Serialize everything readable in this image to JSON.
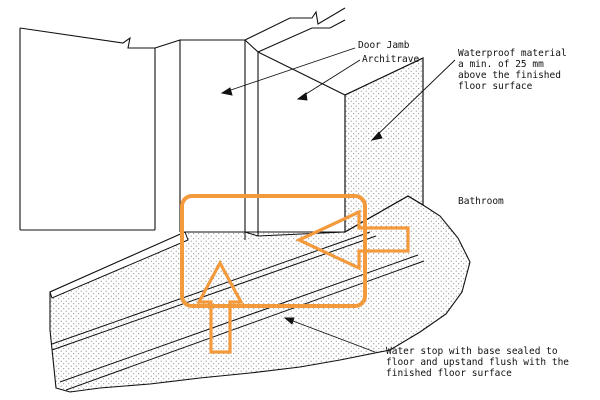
{
  "labels": {
    "door_jamb": "Door Jamb",
    "architrave": "Architrave",
    "waterproof": "Waterproof material\na min. of 25 mm\nabove the finished\nfloor surface",
    "bathroom": "Bathroom",
    "water_stop": "Water stop with base sealed to\nfloor and upstand flush with the\nfinished floor surface"
  },
  "colors": {
    "ink": "#111111",
    "highlight": "#f39a3c",
    "stipple": "#7a7a7a",
    "paper": "#ffffff"
  }
}
